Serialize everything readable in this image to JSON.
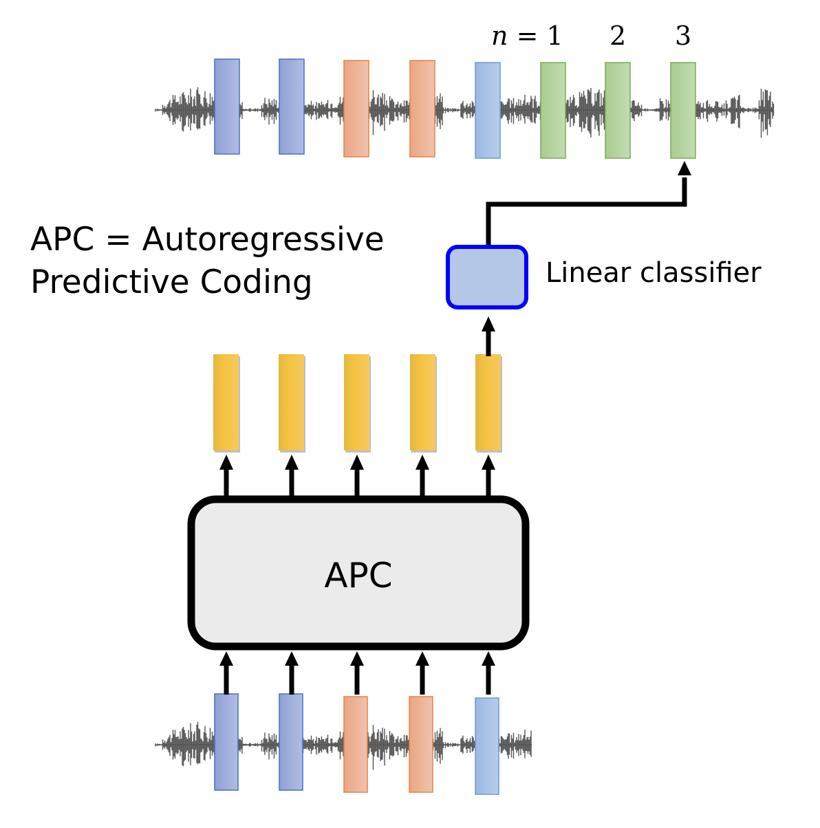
{
  "title": {
    "line1": "APC = Autoregressive",
    "line2": "Predictive Coding"
  },
  "model": {
    "label": "APC",
    "fill": "#ebebeb",
    "border": "#000000"
  },
  "classifier": {
    "label": "Linear classifier",
    "fill": "#b4c7e7",
    "border": "#0000ff"
  },
  "prediction_labels": {
    "n_var": "n",
    "equals": " = 1",
    "second": "2",
    "third": "3"
  },
  "top_sequence": {
    "frames": [
      {
        "kind": "blue-dark"
      },
      {
        "kind": "blue-dark"
      },
      {
        "kind": "orange"
      },
      {
        "kind": "orange"
      },
      {
        "kind": "blue-light"
      },
      {
        "kind": "green",
        "step": 1
      },
      {
        "kind": "green",
        "step": 2
      },
      {
        "kind": "green",
        "step": 3
      }
    ]
  },
  "input_sequence": {
    "frames": [
      {
        "kind": "blue-dark"
      },
      {
        "kind": "blue-dark"
      },
      {
        "kind": "orange"
      },
      {
        "kind": "orange"
      },
      {
        "kind": "blue-light"
      }
    ]
  },
  "representations": {
    "count": 5,
    "color": "#f5c342"
  },
  "palette": {
    "blue-dark": {
      "from": "#8fa0d4",
      "to": "#b0bde3",
      "stroke": "#4a6fc0"
    },
    "orange": {
      "from": "#eaa583",
      "to": "#f0c3ad",
      "stroke": "#e08545"
    },
    "blue-light": {
      "from": "#9cb8e2",
      "to": "#b8cdeb",
      "stroke": "#6a98d4"
    },
    "green": {
      "from": "#a9cc92",
      "to": "#c2dcb0",
      "stroke": "#7aab56"
    },
    "waveform": "#555555",
    "arrow": "#000000"
  }
}
